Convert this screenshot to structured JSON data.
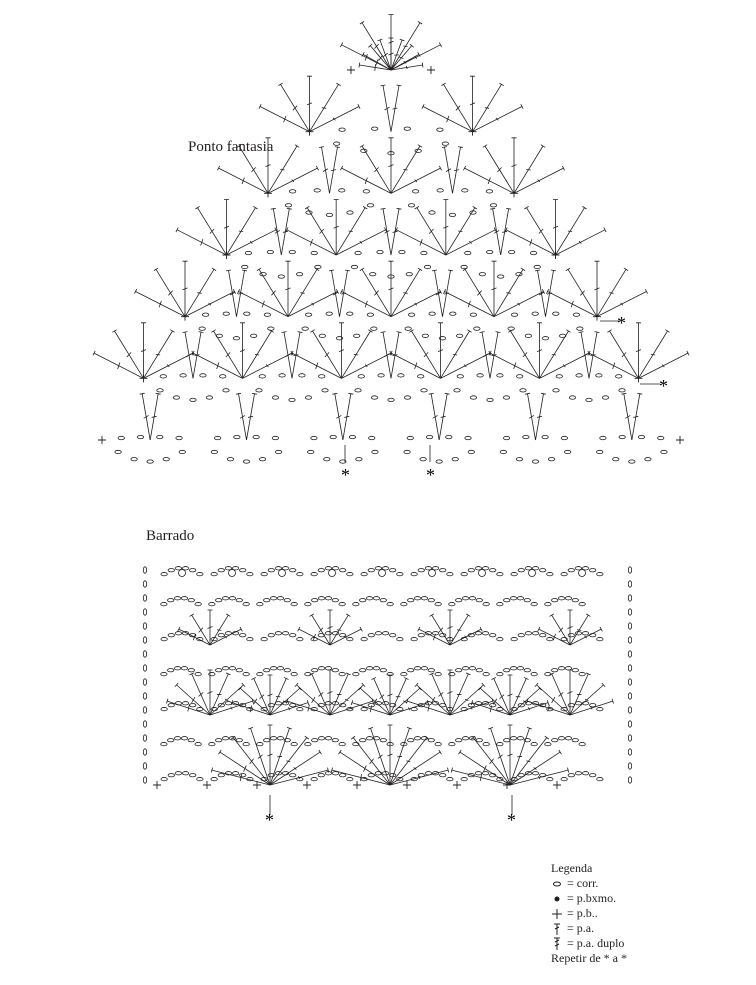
{
  "diagram": {
    "title_top": "Ponto fantasia",
    "title_bottom": "Barrado",
    "repeat_mark": "*"
  },
  "legend": {
    "title": "Legenda",
    "items": [
      {
        "symbol": "chain-icon",
        "text": "= corr."
      },
      {
        "symbol": "slip-stitch-icon",
        "text": "= p.bxmo."
      },
      {
        "symbol": "single-crochet-icon",
        "text": "= p.b.."
      },
      {
        "symbol": "double-crochet-icon",
        "text": "= p.a."
      },
      {
        "symbol": "treble-crochet-icon",
        "text": "= p.a. duplo"
      }
    ],
    "repeat": "Repetir de * a *"
  },
  "colors": {
    "ink": "#231f20",
    "background": "#ffffff"
  }
}
